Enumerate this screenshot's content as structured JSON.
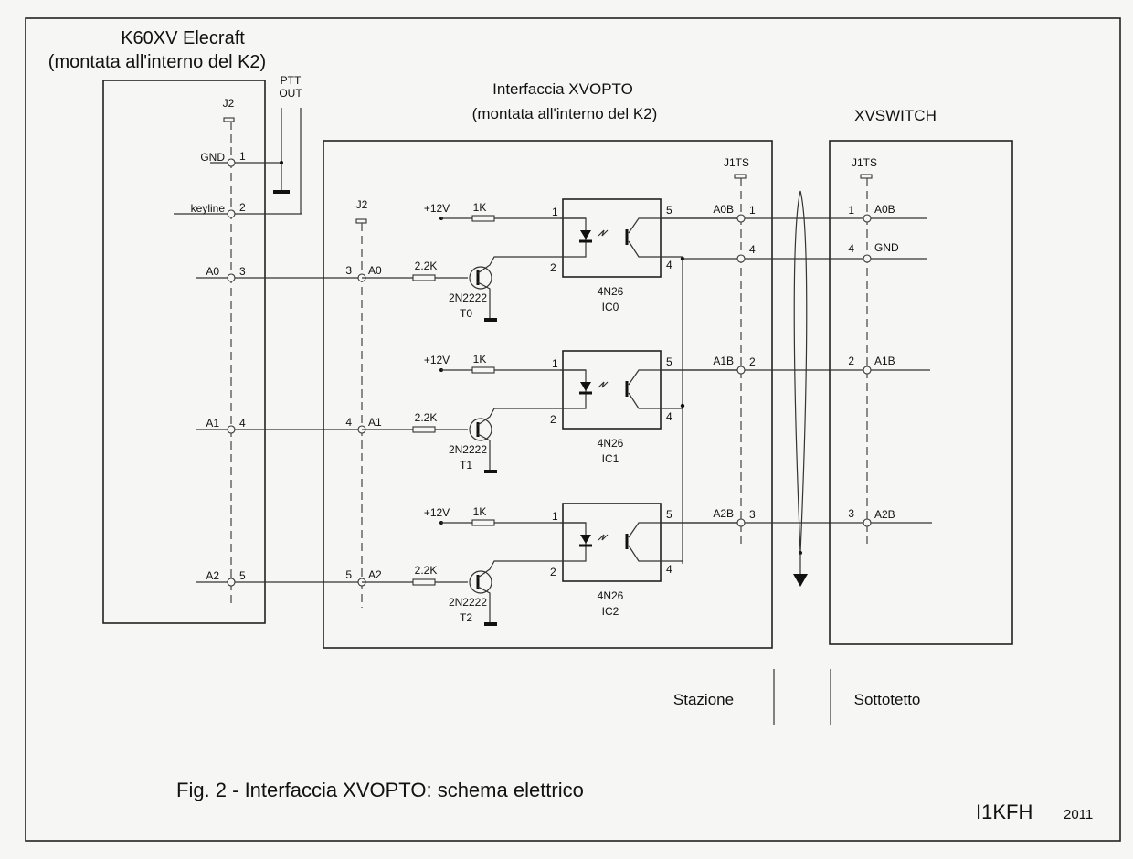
{
  "figure": {
    "caption": "Fig. 2 - Interfaccia XVOPTO: schema elettrico",
    "author": "I1KFH",
    "year": "2011"
  },
  "k60xv": {
    "title": "K60XV Elecraft",
    "subtitle": "(montata all'interno del K2)",
    "connector": "J2",
    "pins": [
      {
        "num": "1",
        "signal": "GND"
      },
      {
        "num": "2",
        "signal": "keyline"
      },
      {
        "num": "3",
        "signal": "A0"
      },
      {
        "num": "4",
        "signal": "A1"
      },
      {
        "num": "5",
        "signal": "A2"
      }
    ],
    "ptt_label_1": "PTT",
    "ptt_label_2": "OUT"
  },
  "xvopto": {
    "title": "Interfaccia XVOPTO",
    "subtitle": "(montata all'interno del K2)",
    "input_connector": "J2",
    "output_connector": "J1TS",
    "supply": "+12V",
    "channels": [
      {
        "in_pin": "3",
        "in_signal": "A0",
        "base_res": "2.2K",
        "led_res": "1K",
        "transistor_type": "2N2222",
        "transistor_ref": "T0",
        "ic_type": "4N26",
        "ic_ref": "IC0",
        "out_signal": "A0B",
        "out_pin": "1"
      },
      {
        "in_pin": "4",
        "in_signal": "A1",
        "base_res": "2.2K",
        "led_res": "1K",
        "transistor_type": "2N2222",
        "transistor_ref": "T1",
        "ic_type": "4N26",
        "ic_ref": "IC1",
        "out_signal": "A1B",
        "out_pin": "2"
      },
      {
        "in_pin": "5",
        "in_signal": "A2",
        "base_res": "2.2K",
        "led_res": "1K",
        "transistor_type": "2N2222",
        "transistor_ref": "T2",
        "ic_type": "4N26",
        "ic_ref": "IC2",
        "out_signal": "A2B",
        "out_pin": "3"
      }
    ],
    "ic_pins": {
      "anode": "1",
      "cathode": "2",
      "collector": "5",
      "emitter": "4"
    },
    "common_pin": "4"
  },
  "xvswitch": {
    "title": "XVSWITCH",
    "connector": "J1TS",
    "pins": [
      {
        "num": "1",
        "signal": "A0B"
      },
      {
        "num": "4",
        "signal": "GND"
      },
      {
        "num": "2",
        "signal": "A1B"
      },
      {
        "num": "3",
        "signal": "A2B"
      }
    ]
  },
  "locations": {
    "left": "Stazione",
    "right": "Sottotetto"
  }
}
